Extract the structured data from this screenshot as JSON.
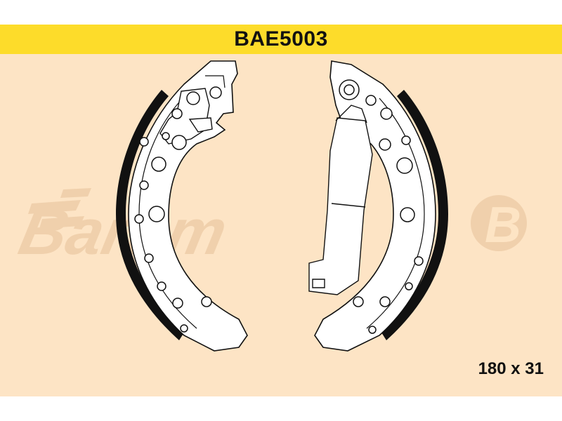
{
  "header": {
    "part_number": "BAE5003"
  },
  "dimensions": {
    "label": "180 x 31"
  },
  "watermark": {
    "brand": "Barum"
  },
  "colors": {
    "header_bar": "#fddc2a",
    "background": "#fde4c5",
    "lining": "#111111",
    "shoe_fill": "#ffffff",
    "watermark": "#eecda8"
  },
  "diagram": {
    "subject": "brake-shoe-pair",
    "shoe_count": 2
  }
}
